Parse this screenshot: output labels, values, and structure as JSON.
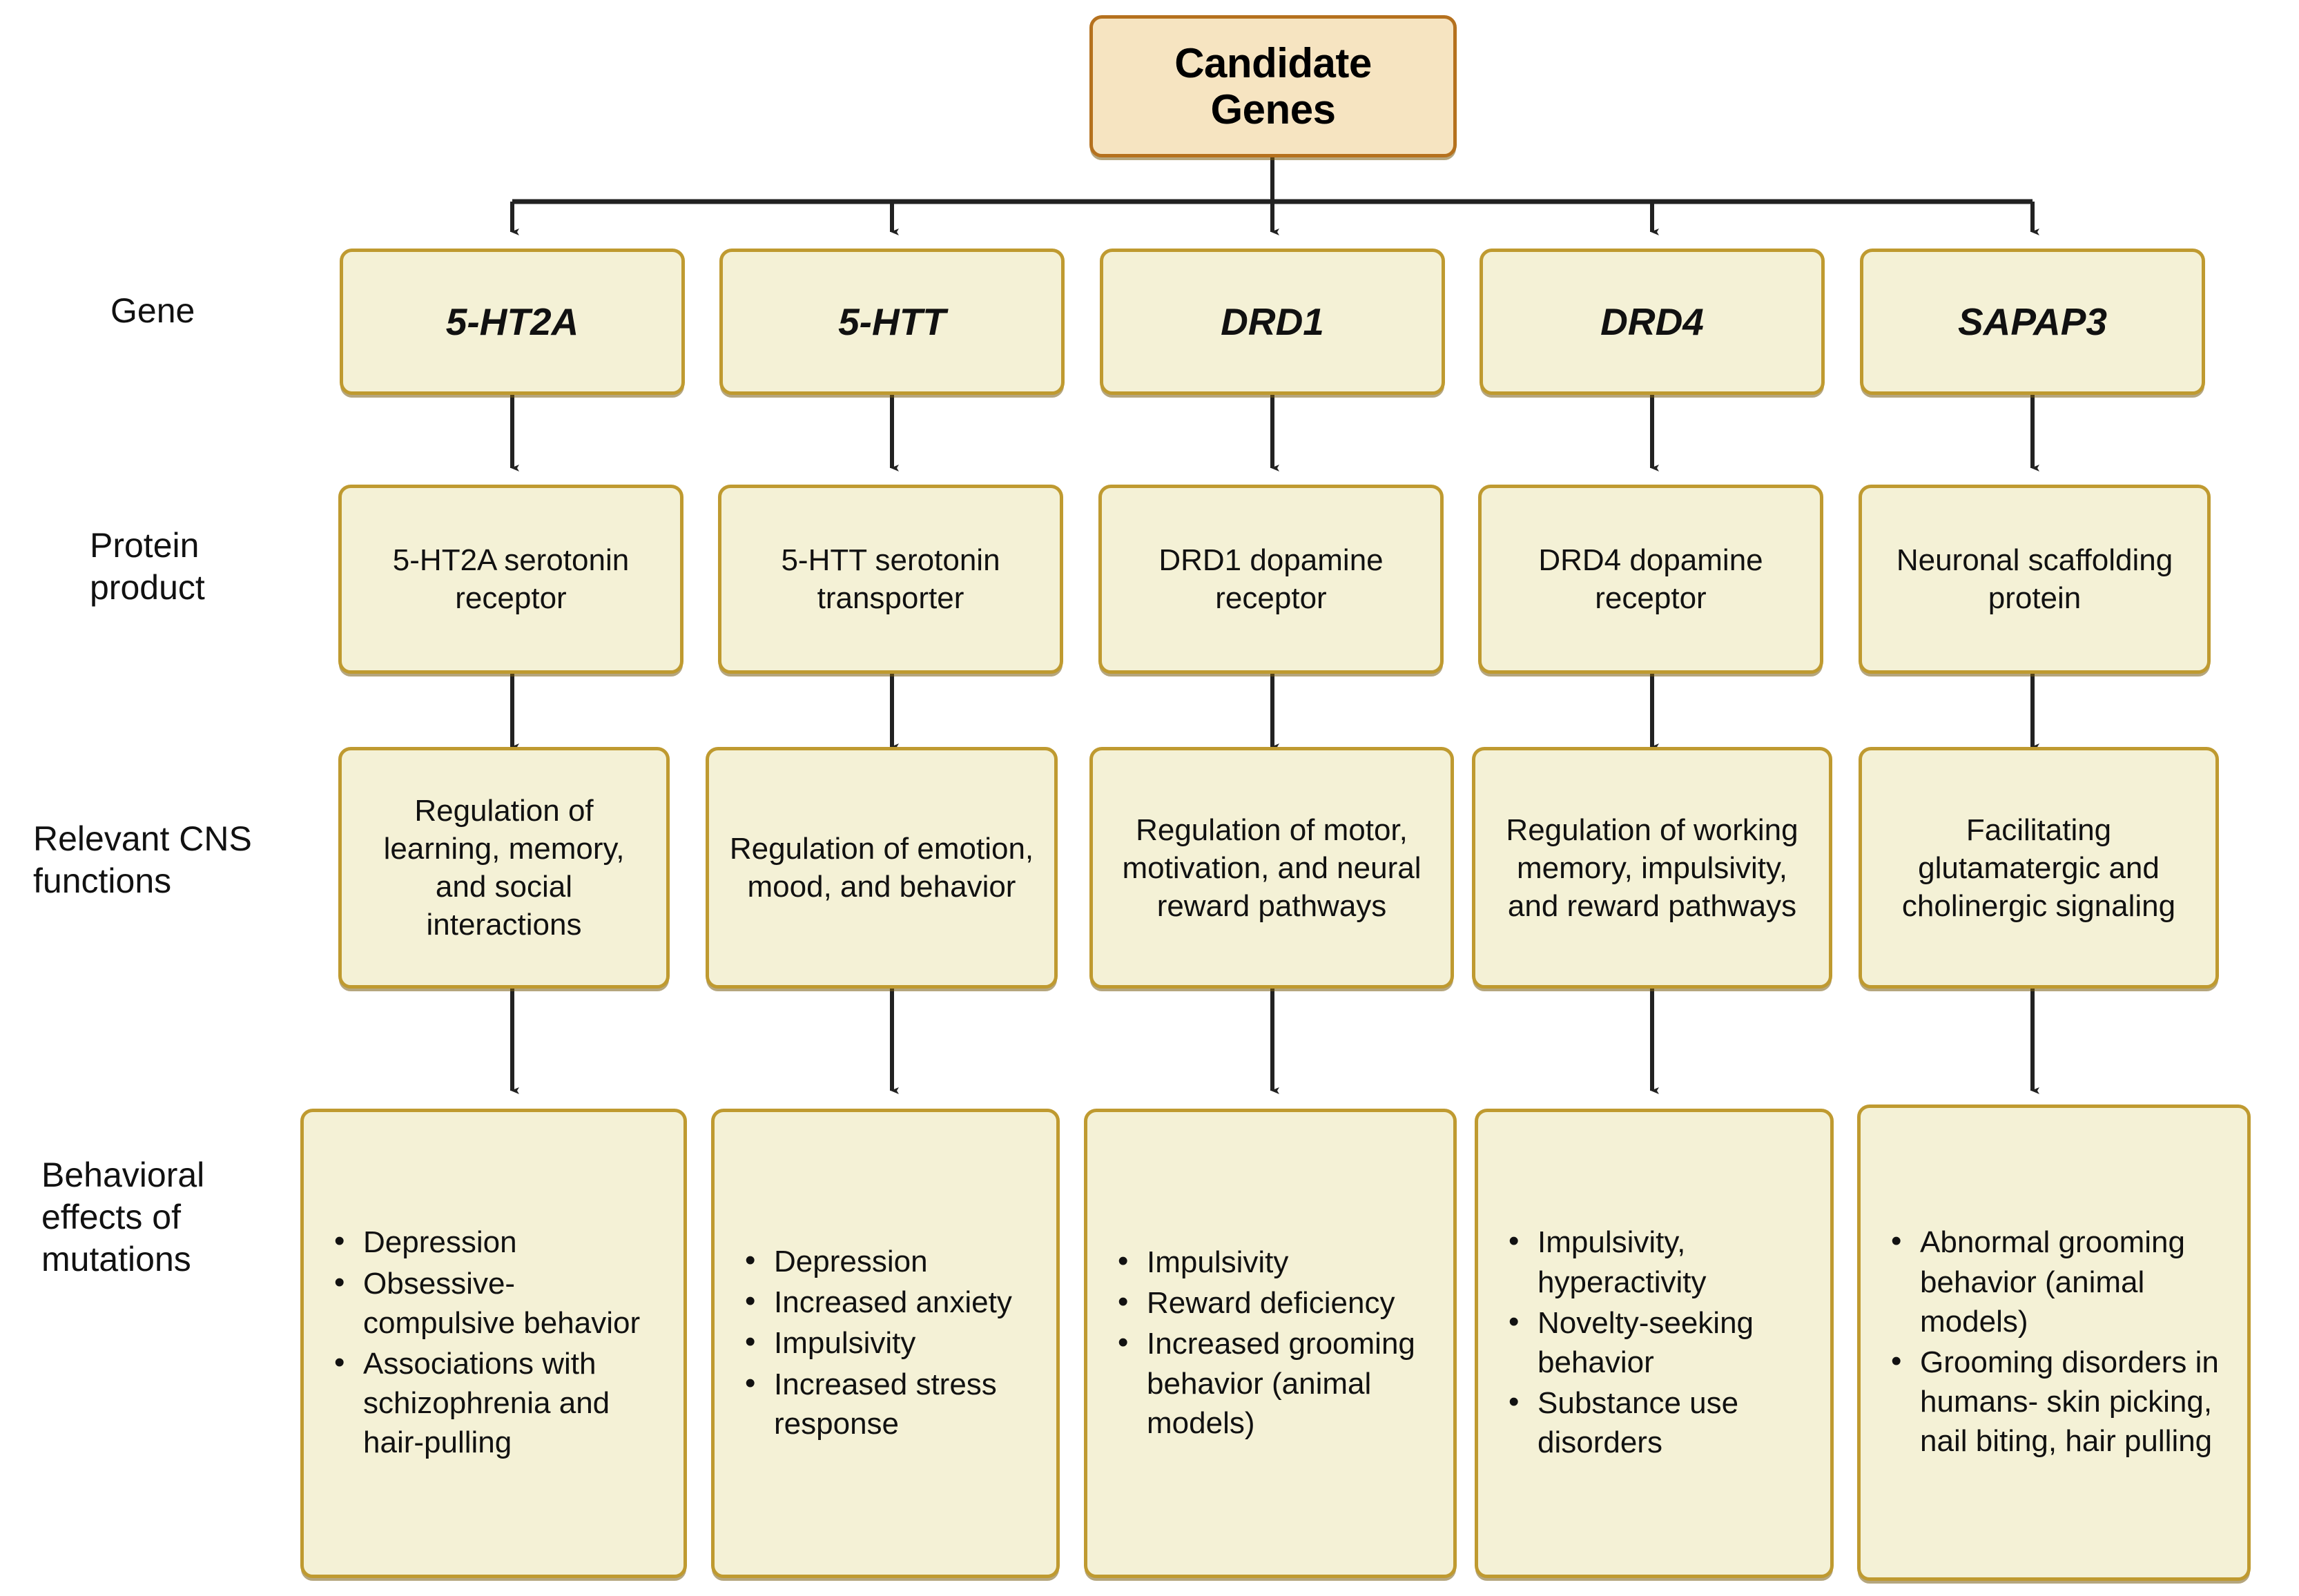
{
  "diagram": {
    "title": "Candidate Genes",
    "root": {
      "label": "Candidate\nGenes"
    },
    "row_labels": [
      {
        "key": "gene",
        "label": "Gene"
      },
      {
        "key": "protein",
        "label": "Protein\nproduct"
      },
      {
        "key": "cns",
        "label": "Relevant CNS\nfunctions"
      },
      {
        "key": "behavior",
        "label": "Behavioral\neffects of\nmutations"
      }
    ],
    "colors": {
      "root_fill": "#f6e4c1",
      "root_border": "#b5711e",
      "cell_fill": "#f4f1d6",
      "cell_border": "#bf9a30",
      "text": "#111111",
      "connector": "#222222",
      "background": "#ffffff"
    },
    "columns": [
      {
        "gene": "5-HT2A",
        "protein": "5-HT2A serotonin receptor",
        "cns": "Regulation of learning, memory, and social interactions",
        "behavior": [
          "Depression",
          "Obsessive-compulsive behavior",
          "Associations with schizophrenia and hair-pulling"
        ]
      },
      {
        "gene": "5-HTT",
        "protein": "5-HTT serotonin transporter",
        "cns": "Regulation of emotion, mood, and behavior",
        "behavior": [
          "Depression",
          "Increased anxiety",
          "Impulsivity",
          "Increased stress response"
        ]
      },
      {
        "gene": "DRD1",
        "protein": "DRD1 dopamine receptor",
        "cns": "Regulation of motor, motivation, and neural reward pathways",
        "behavior": [
          "Impulsivity",
          "Reward deficiency",
          "Increased grooming behavior (animal models)"
        ]
      },
      {
        "gene": "DRD4",
        "protein": "DRD4 dopamine receptor",
        "cns": "Regulation of working memory, impulsivity, and reward pathways",
        "behavior": [
          "Impulsivity, hyperactivity",
          "Novelty-seeking behavior",
          "Substance use disorders"
        ]
      },
      {
        "gene": "SAPAP3",
        "protein": "Neuronal scaffolding protein",
        "cns": "Facilitating glutamatergic and cholinergic signaling",
        "behavior": [
          "Abnormal grooming behavior (animal models)",
          "Grooming disorders in humans- skin picking, nail biting, hair pulling"
        ]
      }
    ]
  }
}
